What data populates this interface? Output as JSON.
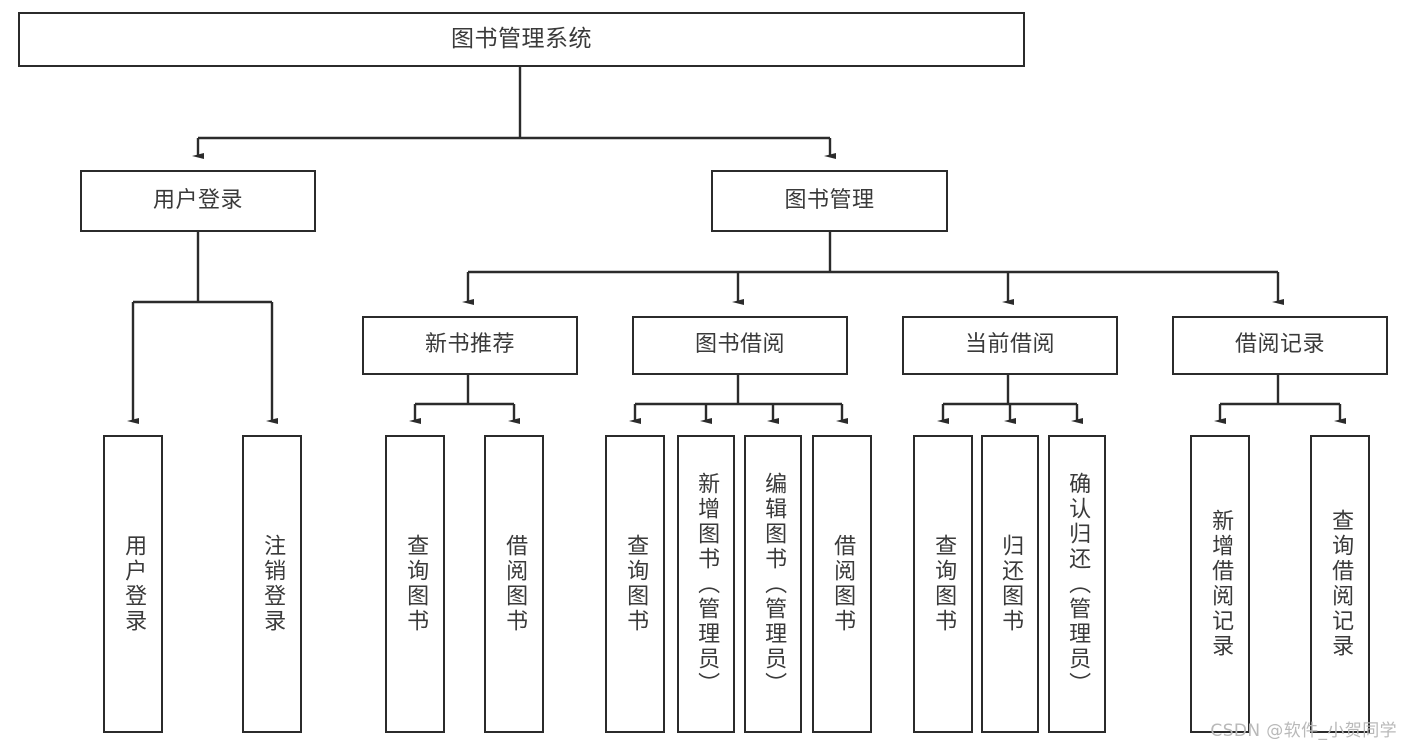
{
  "diagram": {
    "type": "tree",
    "title": "图书管理系统",
    "root": {
      "label": "图书管理系统"
    },
    "level2": [
      {
        "label": "用户登录"
      },
      {
        "label": "图书管理"
      }
    ],
    "level3": [
      {
        "label": "新书推荐"
      },
      {
        "label": "图书借阅"
      },
      {
        "label": "当前借阅"
      },
      {
        "label": "借阅记录"
      }
    ],
    "leaves": {
      "user_login": [
        {
          "label": "用户登录"
        },
        {
          "label": "注销登录"
        }
      ],
      "new_book_recommend": [
        {
          "label": "查询图书"
        },
        {
          "label": "借阅图书"
        }
      ],
      "book_borrow": [
        {
          "label": "查询图书"
        },
        {
          "label": "新增图书（管理员）"
        },
        {
          "label": "编辑图书（管理员）"
        },
        {
          "label": "借阅图书"
        }
      ],
      "current_borrow": [
        {
          "label": "查询图书"
        },
        {
          "label": "归还图书"
        },
        {
          "label": "确认归还（管理员）"
        }
      ],
      "borrow_record": [
        {
          "label": "新增借阅记录"
        },
        {
          "label": "查询借阅记录"
        }
      ]
    }
  },
  "watermark": {
    "text": "CSDN @软件_小贺同学"
  },
  "colors": {
    "border": "#2b2b2b",
    "text": "#3a3a3a",
    "background": "#ffffff",
    "watermark": "#b9b9b9"
  }
}
